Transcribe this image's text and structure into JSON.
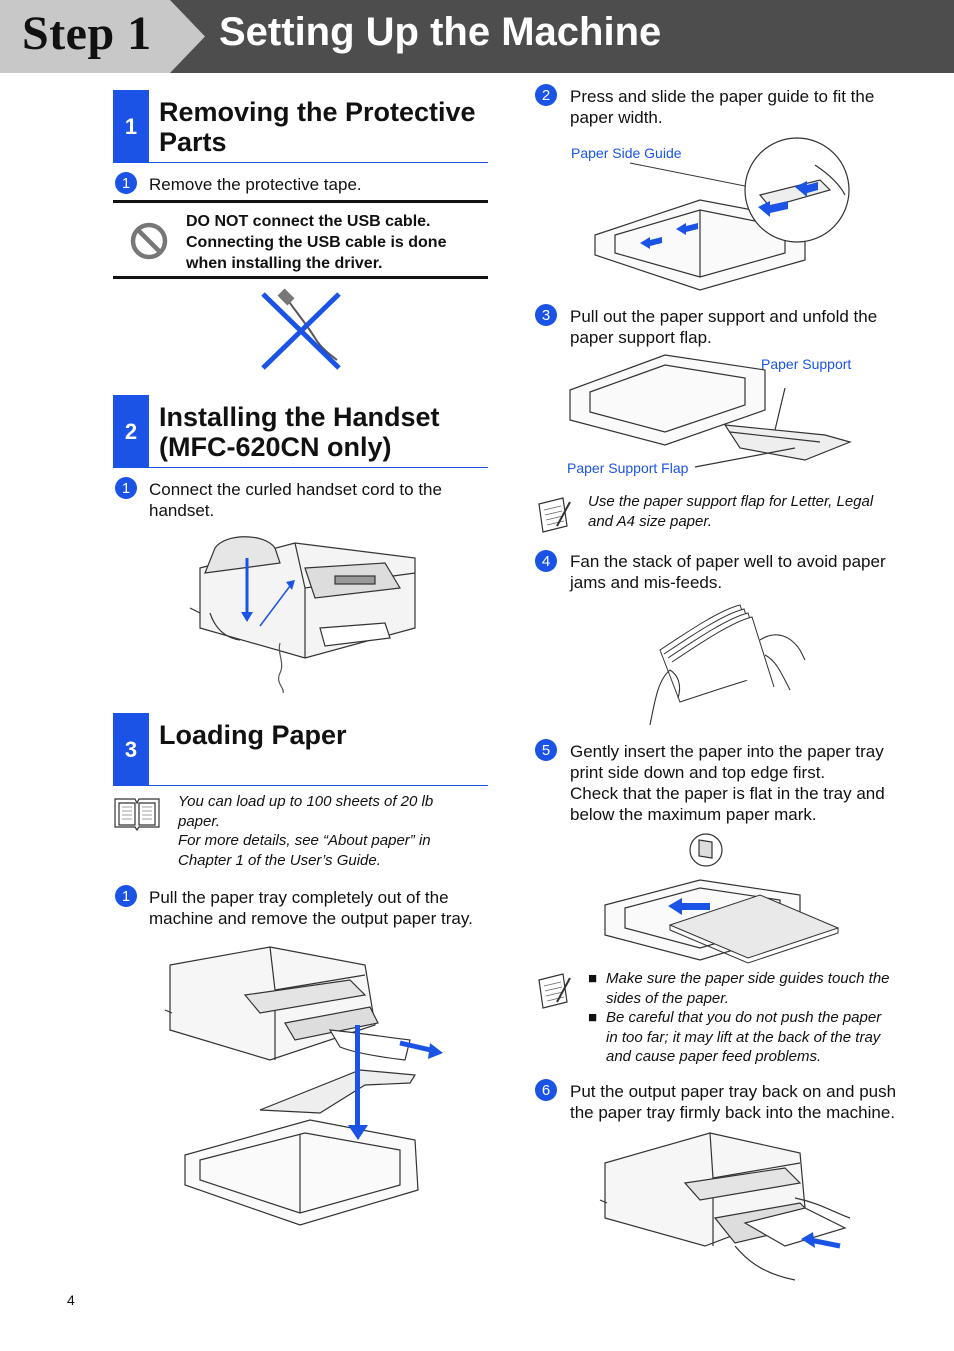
{
  "header": {
    "step": "Step 1",
    "title": "Setting Up the Machine"
  },
  "sections": [
    {
      "number": "1",
      "title_line1": "Removing the Protective",
      "title_line2": "Parts"
    },
    {
      "number": "2",
      "title_line1": "Installing the Handset",
      "title_line2": "(MFC-620CN only)"
    },
    {
      "number": "3",
      "title_line1": "Loading Paper",
      "title_line2": ""
    }
  ],
  "s1": {
    "step1": "Remove the protective tape.",
    "warning": [
      "DO NOT connect the USB cable.",
      "Connecting the USB cable is done",
      "when installing the driver."
    ]
  },
  "s2": {
    "step1": [
      "Connect the curled handset cord to the",
      "handset."
    ]
  },
  "s3": {
    "note": [
      "You can load up to 100 sheets of 20 lb",
      "paper.",
      "For more details, see “About paper” in",
      "Chapter 1 of the User’s Guide."
    ],
    "step1": [
      "Pull the paper tray completely out of the",
      "machine and remove the output paper tray."
    ],
    "step2": [
      "Press and slide the paper guide to fit the",
      "paper width."
    ],
    "label_side_guide": "Paper Side Guide",
    "step3": [
      "Pull out the paper support and unfold the",
      "paper support flap."
    ],
    "label_support": "Paper Support",
    "label_support_flap": "Paper Support Flap",
    "note2": [
      "Use the paper support flap for Letter, Legal",
      "and A4 size paper."
    ],
    "step4": [
      "Fan the stack of paper well to avoid paper",
      "jams and mis-feeds."
    ],
    "step5": [
      "Gently insert the paper into the paper tray",
      "print side down and top edge first.",
      "Check that the paper is flat in the tray and",
      "below the maximum paper mark."
    ],
    "note3": [
      "Make sure the paper side guides touch the",
      "sides of the paper.",
      "Be careful that you do not push the paper",
      "in too far; it may lift at the back of the tray",
      "and cause paper feed problems."
    ],
    "step6": [
      "Put the output paper tray back on and push",
      "the paper tray firmly back into the machine."
    ]
  },
  "step_numbers": [
    "1",
    "2",
    "3",
    "4",
    "5",
    "6"
  ],
  "bullet": "■",
  "page_number": "4",
  "colors": {
    "accent": "#1a53e6",
    "header_bg": "#4d4d4d",
    "step_bg": "#c8c8c8"
  },
  "icons": [
    "no-entry-icon",
    "usb-cable-crossed-icon",
    "manual-book-icon",
    "note-pad-icon"
  ]
}
